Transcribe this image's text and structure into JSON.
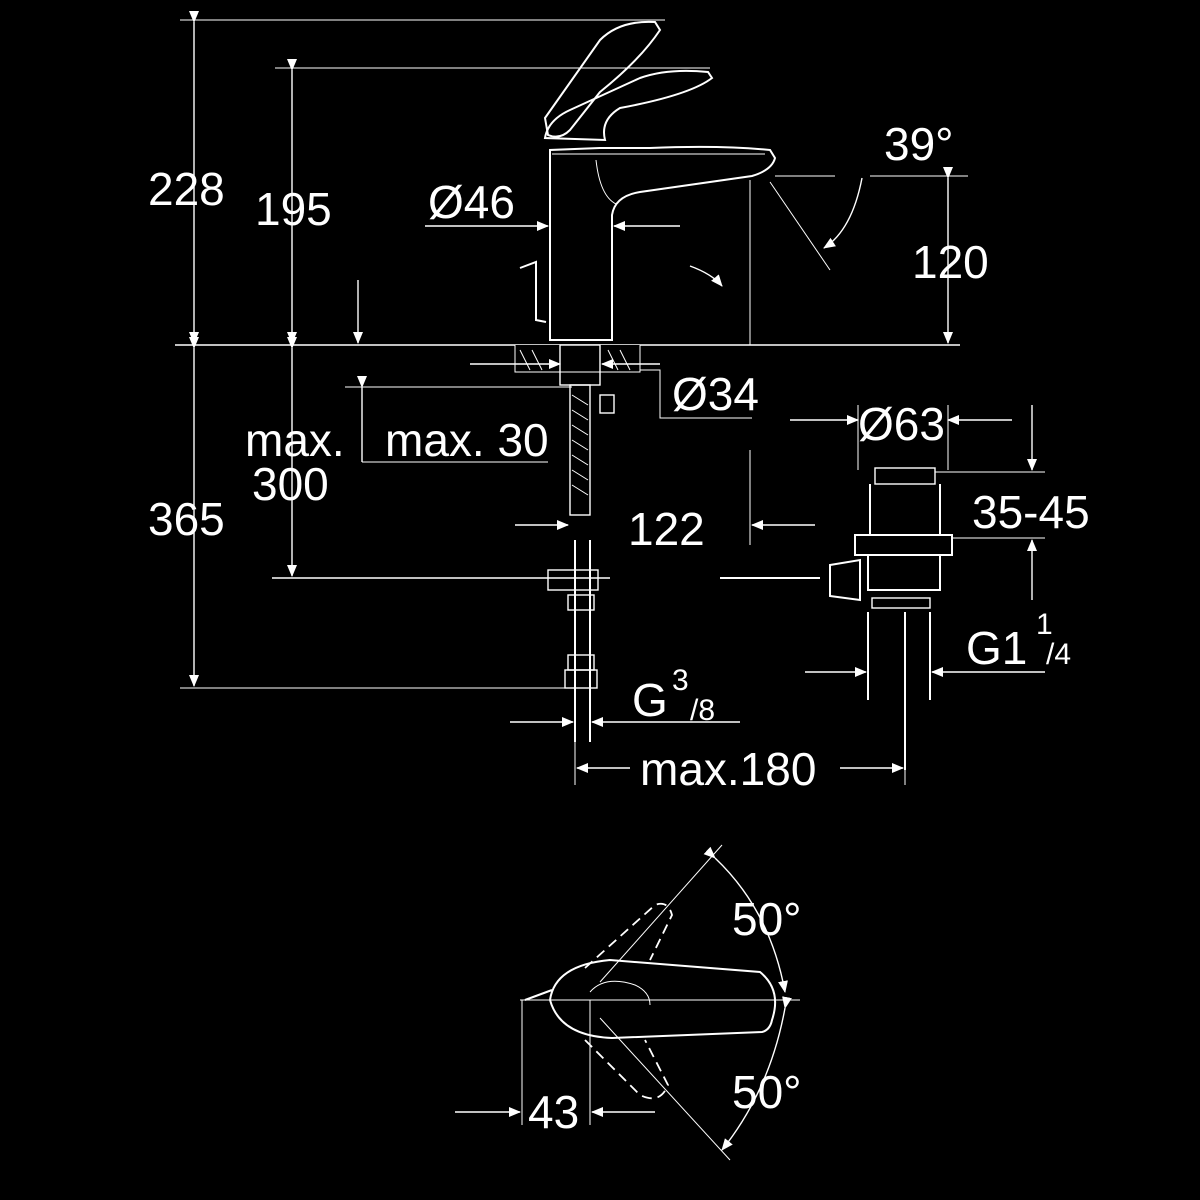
{
  "colors": {
    "background": "#000000",
    "line": "#ffffff"
  },
  "dimensions": {
    "overall_height": "228",
    "lever_height": "195",
    "spout_height": "120",
    "spout_angle": "39°",
    "body_diameter": "Ø46",
    "shank_diameter": "Ø34",
    "waste_diameter": "Ø63",
    "waste_depth": "35-45",
    "worktop_max_line1": "max.",
    "worktop_max_line2": "300",
    "shank_max": "max. 30",
    "under_height": "365",
    "waste_offset": "122",
    "supply_thread_base": "G",
    "supply_thread_num": "3",
    "supply_thread_den": "/8",
    "waste_thread_base": "G1",
    "waste_thread_num": "1",
    "waste_thread_den": "/4",
    "waste_spacing": "max.180",
    "lever_swing_top": "50°",
    "lever_swing_bottom": "50°",
    "lever_offset": "43"
  }
}
